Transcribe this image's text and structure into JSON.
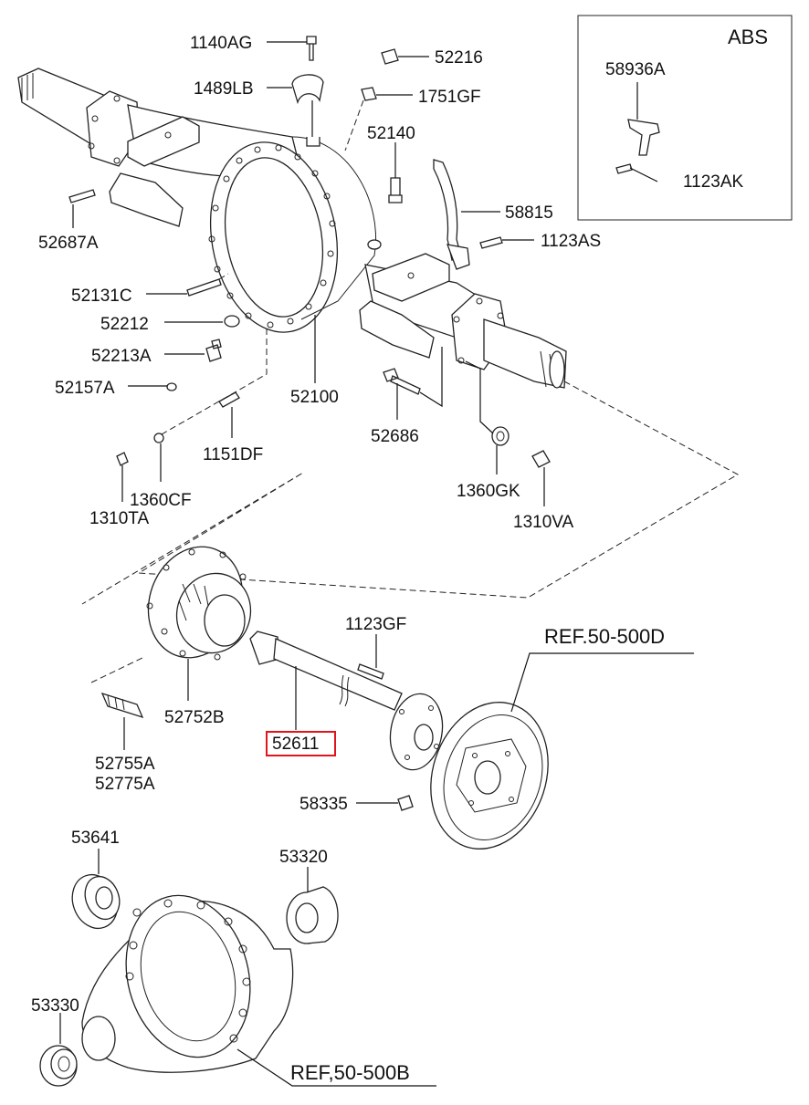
{
  "abs_box": {
    "title": "ABS"
  },
  "labels": {
    "p1140AG": "1140AG",
    "p52216": "52216",
    "p1489LB": "1489LB",
    "p1751GF": "1751GF",
    "p52140": "52140",
    "p52687A": "52687A",
    "p58815": "58815",
    "p1123AS": "1123AS",
    "p52131C": "52131C",
    "p52212": "52212",
    "p52213A": "52213A",
    "p52157A": "52157A",
    "p52100": "52100",
    "p52686": "52686",
    "p1151DF": "1151DF",
    "p1360CF": "1360CF",
    "p1310TA": "1310TA",
    "p1360GK": "1360GK",
    "p1310VA": "1310VA",
    "p58936A": "58936A",
    "p1123AK": "1123AK",
    "p1123GF": "1123GF",
    "ref1": "REF.50-500D",
    "p52752B": "52752B",
    "p52611": "52611",
    "p52755A": "52755A",
    "p52775A": "52775A",
    "p58335": "58335",
    "p53641": "53641",
    "p53320": "53320",
    "p53330": "53330",
    "ref2": "REF,50-500B"
  },
  "highlight": {
    "part": "52611",
    "color": "#e0151b"
  }
}
